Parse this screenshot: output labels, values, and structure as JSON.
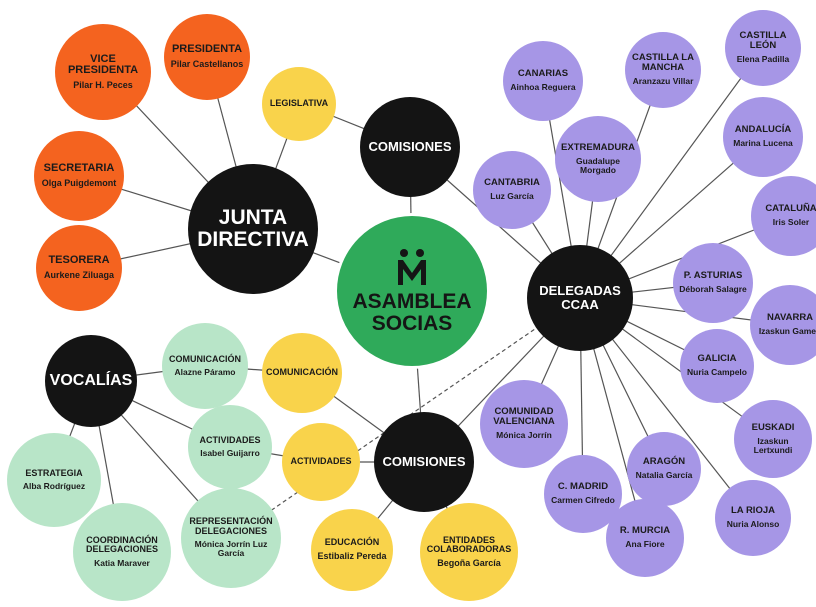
{
  "center": {
    "title_line1": "ASAMBLEA",
    "title_line2": "SOCIAS",
    "icon": "two-people-logo-icon"
  },
  "hubs": {
    "junta": {
      "line1": "JUNTA",
      "line2": "DIRECTIVA"
    },
    "comisiones_top": "COMISIONES",
    "comisiones_bottom": "COMISIONES",
    "delegadas": {
      "line1": "DELEGADAS",
      "line2": "CCAA"
    },
    "vocalias": "VOCALÍAS"
  },
  "junta_members": [
    {
      "role": "VICE PRESIDENTA",
      "name": "Pilar H. Peces"
    },
    {
      "role": "PRESIDENTA",
      "name": "Pilar Castellanos"
    },
    {
      "role": "SECRETARIA",
      "name": "Olga Puigdemont"
    },
    {
      "role": "TESORERA",
      "name": "Aurkene Ziluaga"
    }
  ],
  "comisiones_yellow": {
    "legislativa": "LEGISLATIVA",
    "comunicacion": "COMUNICACIÓN",
    "actividades": "ACTIVIDADES",
    "educacion": {
      "label": "EDUCACIÓN",
      "name": "Estibaliz Pereda"
    },
    "entidades": {
      "label": "ENTIDADES COLABORADORAS",
      "name": "Begoña García"
    }
  },
  "vocalias_items": [
    {
      "label": "COMUNICACIÓN",
      "name": "Alazne Páramo"
    },
    {
      "label": "ACTIVIDADES",
      "name": "Isabel Guijarro"
    },
    {
      "label": "ESTRATEGIA",
      "name": "Alba Rodríguez"
    },
    {
      "label": "COORDINACIÓN DELEGACIONES",
      "name": "Katia Maraver"
    },
    {
      "label": "REPRESENTACIÓN DELEGACIONES",
      "name": "Mónica Jorrín Luz García"
    }
  ],
  "regions": [
    {
      "region": "CANARIAS",
      "name": "Ainhoa Reguera"
    },
    {
      "region": "CASTILLA LA MANCHA",
      "name": "Aranzazu Villar"
    },
    {
      "region": "CASTILLA LEÓN",
      "name": "Elena Padilla"
    },
    {
      "region": "EXTREMADURA",
      "name": "Guadalupe Morgado"
    },
    {
      "region": "ANDALUCÍA",
      "name": "Marina Lucena"
    },
    {
      "region": "CANTABRIA",
      "name": "Luz García"
    },
    {
      "region": "CATALUÑA",
      "name": "Iris Soler"
    },
    {
      "region": "P. ASTURIAS",
      "name": "Déborah Salagre"
    },
    {
      "region": "NAVARRA",
      "name": "Izaskun Gamen"
    },
    {
      "region": "GALICIA",
      "name": "Nuria Campelo"
    },
    {
      "region": "COMUNIDAD VALENCIANA",
      "name": "Mónica Jorrín"
    },
    {
      "region": "EUSKADI",
      "name": "Izaskun Lertxundi"
    },
    {
      "region": "ARAGÓN",
      "name": "Natalia García"
    },
    {
      "region": "C. MADRID",
      "name": "Carmen Cifredo"
    },
    {
      "region": "LA RIOJA",
      "name": "Nuria Alonso"
    },
    {
      "region": "R. MURCIA",
      "name": "Ana Fiore"
    }
  ],
  "colors": {
    "orange": "#f4631f",
    "yellow": "#f9d34b",
    "black": "#141414",
    "purple": "#a696e6",
    "mint": "#b8e5c8",
    "green": "#2faa5a"
  }
}
